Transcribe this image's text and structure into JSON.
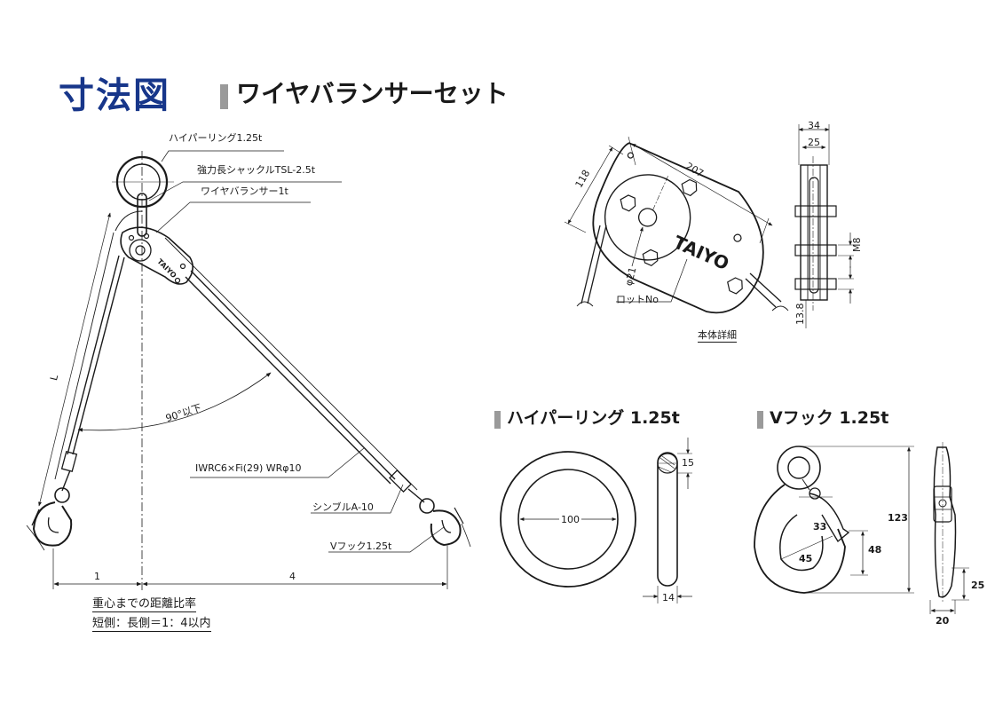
{
  "header": {
    "title": "寸法図",
    "subtitle": "ワイヤバランサーセット"
  },
  "colors": {
    "title": "#17368a",
    "accent_bar": "#9a9a9a",
    "line": "#1a1a1a"
  },
  "assembly": {
    "hyper_ring": "ハイパーリング1.25t",
    "shackle": "強力長シャックルTSL-2.5t",
    "balancer": "ワイヤバランサー1t",
    "rope": "IWRC6×Fi(29) WRφ10",
    "thimble": "シンブルA-10",
    "vhook": "Vフック1.25t",
    "angle": "90°以下",
    "length": "L",
    "ratio_short": "1",
    "ratio_long": "4",
    "note_line1": "重心までの距離比率",
    "note_line2": "短側：長側＝1：4以内"
  },
  "body_detail": {
    "caption": "本体詳細",
    "dim_length": "207",
    "dim_height": "118",
    "dim_hole": "φ21",
    "lot": "ロットNo",
    "dim_width_outer": "34",
    "dim_width_inner": "25",
    "dim_bolt": "M8",
    "dim_bottom": "13.8",
    "logo": "TAIYO"
  },
  "hyper_ring_section": {
    "title": "ハイパーリング 1.25t",
    "dim_inner": "100",
    "dim_section": "15",
    "dim_thickness": "14"
  },
  "vhook_section": {
    "title": "Vフック 1.25t",
    "dim_height": "123",
    "dim_latch": "48",
    "dim_throat": "33",
    "dim_bowl": "45",
    "dim_tip": "25",
    "dim_width": "20"
  }
}
